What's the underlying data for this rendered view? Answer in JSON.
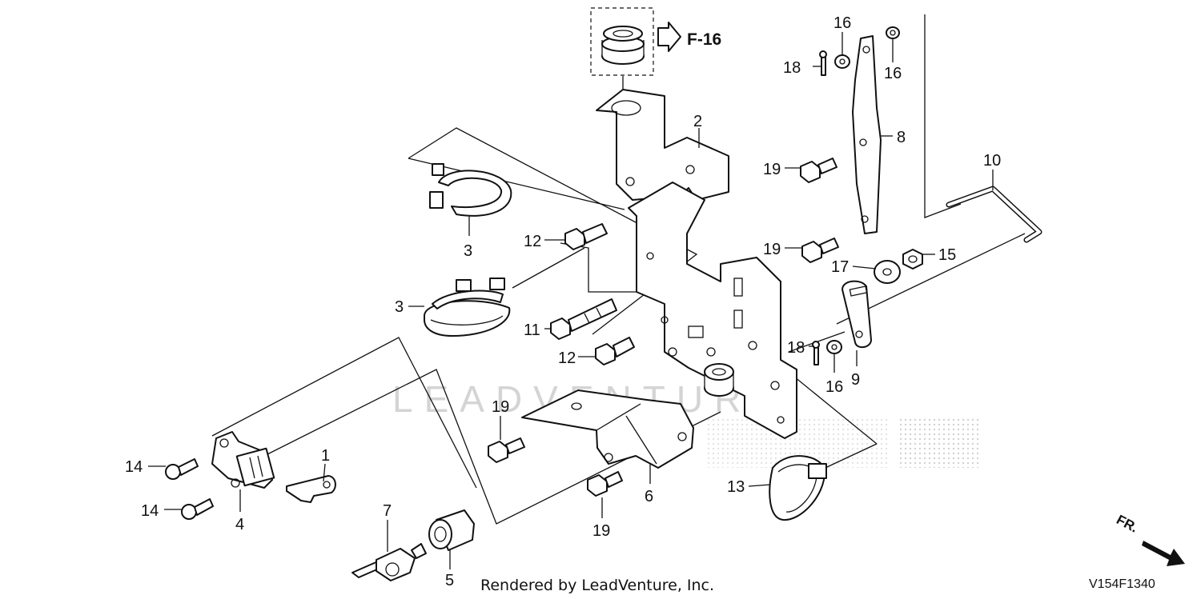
{
  "watermark": {
    "text": "LEADVENTURE"
  },
  "reference": {
    "label": "F-16"
  },
  "callouts": {
    "c1": "1",
    "c2": "2",
    "c3a": "3",
    "c3b": "3",
    "c4": "4",
    "c5": "5",
    "c6": "6",
    "c7": "7",
    "c8": "8",
    "c9": "9",
    "c10": "10",
    "c11": "11",
    "c12a": "12",
    "c12b": "12",
    "c13": "13",
    "c14a": "14",
    "c14b": "14",
    "c15": "15",
    "c16a": "16",
    "c16b": "16",
    "c16c": "16",
    "c17": "17",
    "c18a": "18",
    "c18b": "18",
    "c19a": "19",
    "c19b": "19",
    "c19c": "19",
    "c19d": "19"
  },
  "footer": {
    "rendered_by": "Rendered by LeadVenture, Inc.",
    "diagram_code": "V154F1340"
  },
  "direction": {
    "label": "FR."
  }
}
